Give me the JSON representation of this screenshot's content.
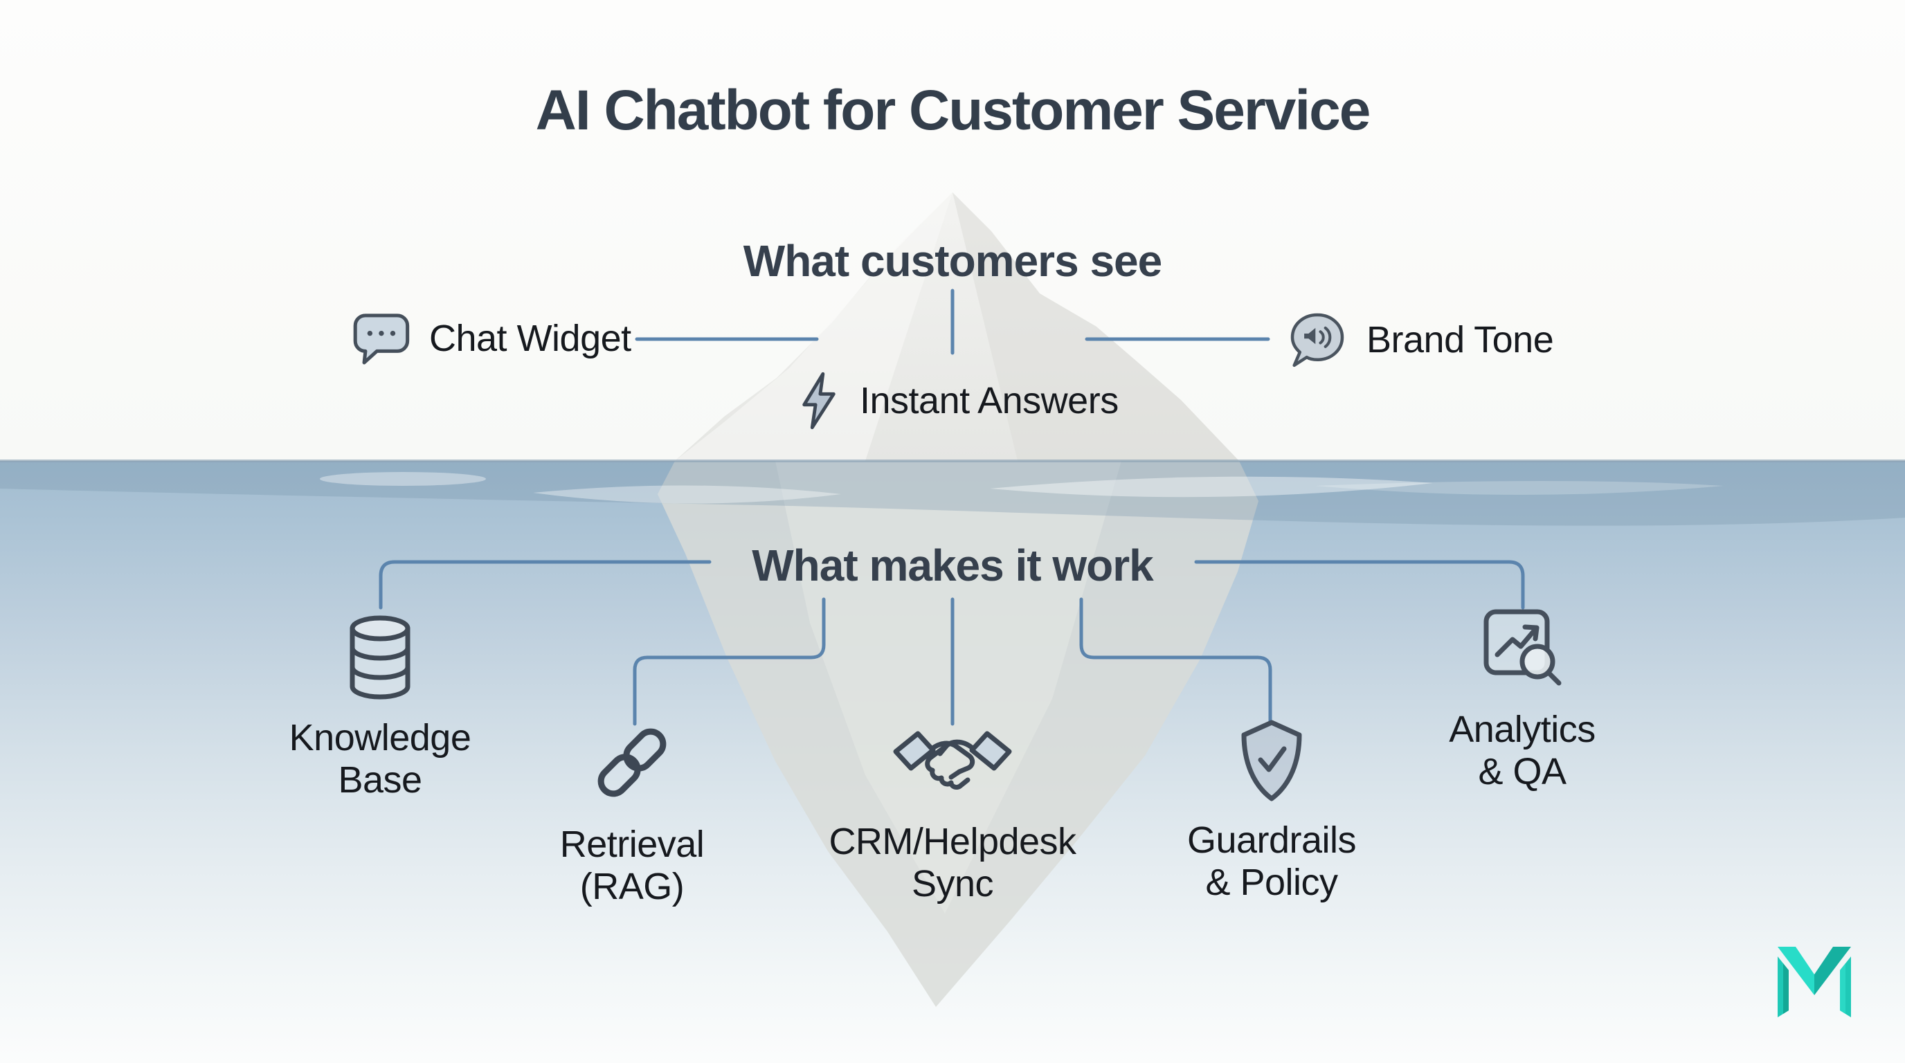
{
  "title": "AI Chatbot for Customer Service",
  "above_water": {
    "heading": "What customers see",
    "items": [
      {
        "label": "Chat Widget",
        "icon": "chat-bubble-icon"
      },
      {
        "label": "Instant Answers",
        "icon": "lightning-bolt-icon"
      },
      {
        "label": "Brand Tone",
        "icon": "speech-voice-icon"
      }
    ]
  },
  "below_water": {
    "heading": "What makes it work",
    "items": [
      {
        "line1": "Knowledge",
        "line2": "Base",
        "icon": "database-icon"
      },
      {
        "line1": "Retrieval",
        "line2": "(RAG)",
        "icon": "chain-link-icon"
      },
      {
        "line1": "CRM/Helpdesk",
        "line2": "Sync",
        "icon": "handshake-icon"
      },
      {
        "line1": "Guardrails",
        "line2": "& Policy",
        "icon": "shield-check-icon"
      },
      {
        "line1": "Analytics",
        "line2": "& QA",
        "icon": "chart-magnifier-icon"
      }
    ]
  },
  "colors": {
    "title_text": "#333e4b",
    "heading_text": "#36404d",
    "label_text": "#16191e",
    "connector_line": "#5b84ad",
    "water_surface": "#a2bcd0",
    "iceberg_gray": "#ebebe9",
    "logo_teal": "#1fc9b7"
  }
}
